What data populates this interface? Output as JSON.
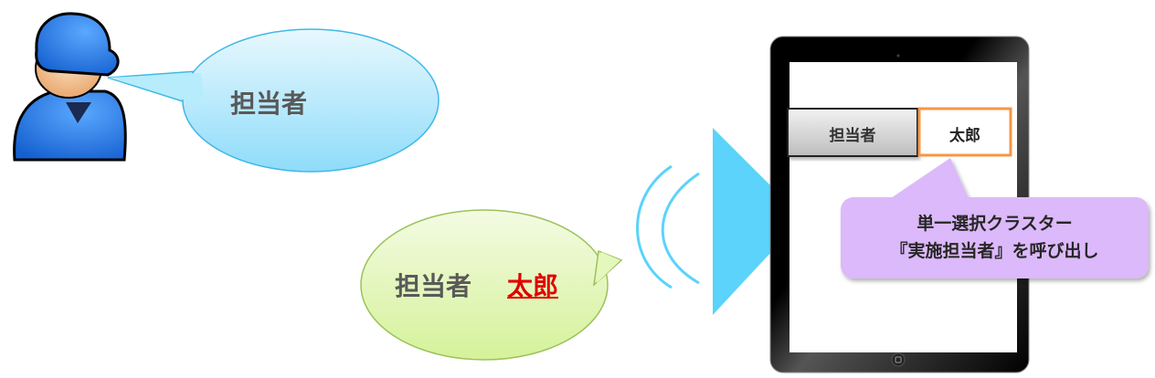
{
  "user_speech": {
    "text": "担当者"
  },
  "device_speech": {
    "label": "担当者",
    "value": "太郎"
  },
  "tablet": {
    "field_label": "担当者",
    "field_value": "太郎"
  },
  "callout": {
    "line1": "単一選択クラスター",
    "line2": "『実施担当者』を呼び出し"
  },
  "colors": {
    "blue_bubble": "#a8e6fb",
    "green_bubble": "#dff6b0",
    "speaker": "#5bd3fb",
    "highlight_border": "#f79646",
    "callout": "#dcb9fa",
    "value_red": "#e00000"
  }
}
